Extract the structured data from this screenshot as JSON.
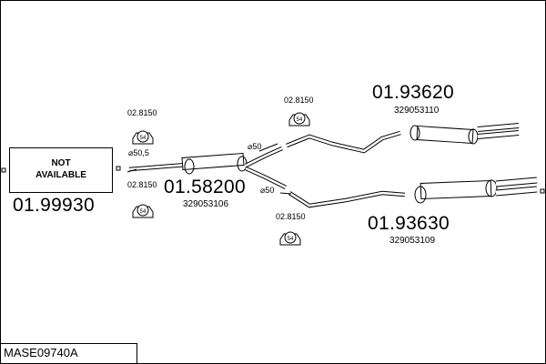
{
  "parts": {
    "front": {
      "number": "01.99930",
      "status_line1": "NOT",
      "status_line2": "AVAILABLE"
    },
    "center": {
      "number": "01.58200",
      "oe": "329053106",
      "diameter": "⌀50,5",
      "clamp_top": "02.8150",
      "clamp_bottom": "02.8150"
    },
    "rear_upper": {
      "number": "01.93620",
      "oe": "329053110",
      "diameter": "⌀50",
      "clamp": "02.8150"
    },
    "rear_lower": {
      "number": "01.93630",
      "oe": "329053109",
      "diameter": "⌀50",
      "clamp": "02.8150"
    }
  },
  "clamp_badge": "54",
  "footer": {
    "code": "MASE09740A"
  }
}
